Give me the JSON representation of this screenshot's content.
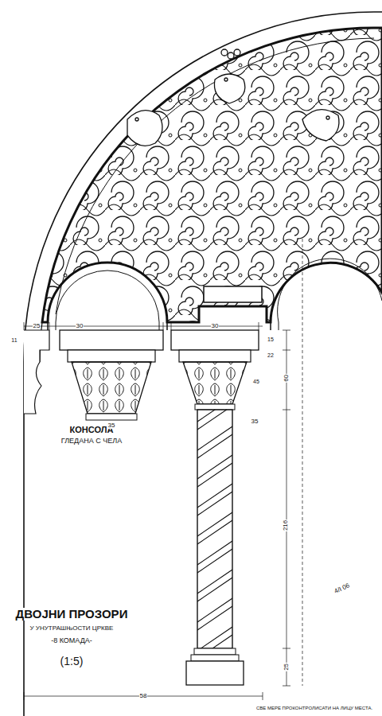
{
  "diagram": {
    "title": "ДВОЈНИ ПРОЗОРИ",
    "labels": [
      "КОНСОЛА",
      "ГЛЕДАНА С ЧЕЛА",
      "У УНУТРАШЊОСТИ ЦРКВЕ",
      "-8 КОМАДА-",
      "(1:5)",
      "СВЕ МЕРЕ ПРОКОНТРОЛИСАТИ НА ЛИЦУ МЕСТА.",
      "4/I 06",
      "25",
      "30",
      "30",
      "58",
      "35",
      "35",
      "60",
      "216",
      "25",
      "15",
      "22",
      "11",
      "45"
    ]
  }
}
